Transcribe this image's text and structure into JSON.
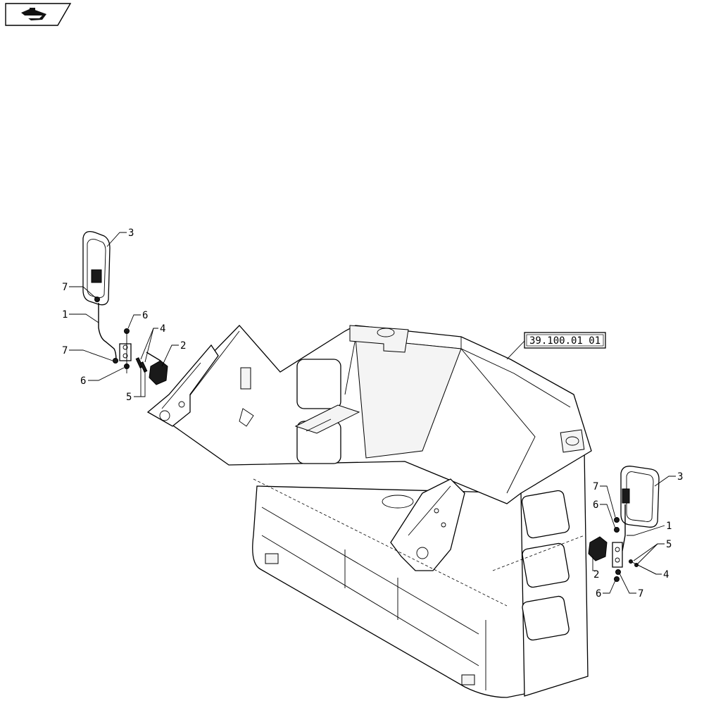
{
  "nav_icon": "page-link-arrow-icon",
  "reference_label": "39.100.01 01",
  "callouts": {
    "left": [
      "3",
      "7",
      "1",
      "6",
      "4",
      "7",
      "6",
      "2",
      "5"
    ],
    "right": [
      "3",
      "7",
      "6",
      "1",
      "5",
      "2",
      "4",
      "6",
      "7"
    ]
  }
}
